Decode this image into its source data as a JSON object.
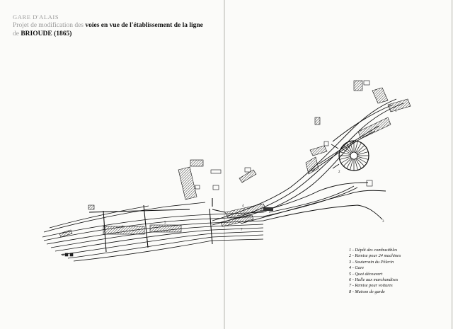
{
  "header": {
    "line1": "GARE D'ALAIS",
    "line2_faint": "Projet de modification des",
    "line2_bold": "voies en vue de l'établissement de la ligne",
    "line3_faint": "de",
    "line3_bold": "BRIOUDE (1865)"
  },
  "plan_numbers": {
    "n1": "1",
    "n2": "2",
    "n3": "3",
    "n4": "4",
    "n5": "5",
    "n6": "6",
    "n7": "7",
    "n8": "8"
  },
  "legend": [
    "1 - Dépôt des combustibles",
    "2 - Remise pour 24 machines",
    "3 - Souterrain du Pèlerin",
    "4 - Gare",
    "5 - Quai découvert",
    "6 - Halle aux marchandises",
    "7 - Remise pour voitures",
    "8 - Maison de garde"
  ]
}
